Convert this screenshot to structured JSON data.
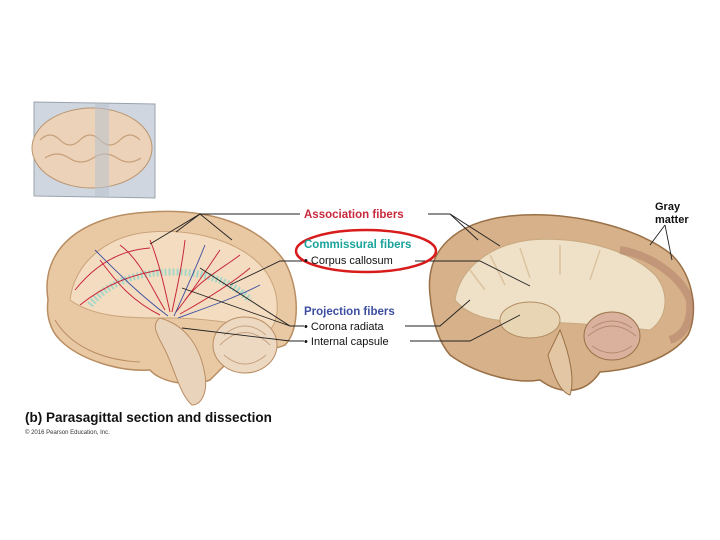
{
  "labels": {
    "association": "Association fibers",
    "commissural": "Commissural fibers",
    "corpus_callosum": "• Corpus callosum",
    "projection": "Projection fibers",
    "corona_radiata": "• Corona radiata",
    "internal_capsule": "• Internal capsule",
    "gray_matter_line1": "Gray",
    "gray_matter_line2": "matter"
  },
  "caption": "(b) Parasagittal section and dissection",
  "credit": "© 2016 Pearson Education, Inc.",
  "colors": {
    "association": "#c8283c",
    "commissural": "#1aa39a",
    "projection": "#3c4ea0",
    "highlight_ellipse": "#d81b1b",
    "leader_line": "#222222",
    "brain_tissue": "#e9c9a4",
    "fiber_red": "#c8283c"
  }
}
